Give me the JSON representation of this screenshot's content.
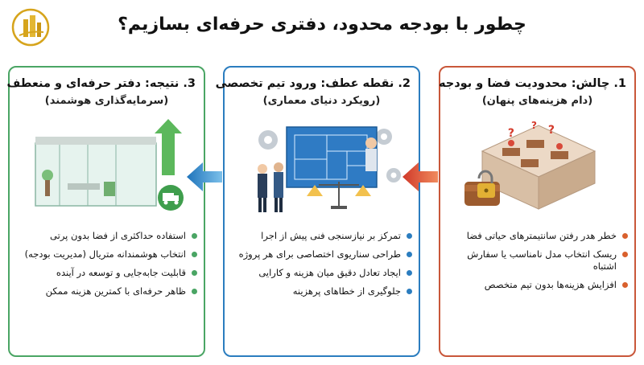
{
  "title": "چطور با بودجه محدود، دفتری حرفه‌ای بسازیم؟",
  "colors": {
    "green": "#4aa564",
    "blue": "#2b7dbf",
    "red": "#c9573a",
    "gold": "#d6a41c"
  },
  "cards": [
    {
      "title": "3. نتیجه: دفتر حرفه‌ای و منعطف",
      "subtitle": "(سرمایه‌گذاری هوشمند)",
      "bullets": [
        "استفاده حداکثری از فضا بدون پرتی",
        "انتخاب هوشمندانه متریال (مدیریت بودجه)",
        "قابلیت جابه‌جایی و توسعه در آینده",
        "ظاهر حرفه‌ای با کمترین هزینه ممکن"
      ]
    },
    {
      "title": "2. نقطه عطف: ورود تیم تخصصی",
      "subtitle": "(رویکرد دنیای معماری)",
      "bullets": [
        "تمرکز بر نیازسنجی فنی پیش از اجرا",
        "طراحی سناریوی اختصاصی برای هر پروژه",
        "ایجاد تعادل دقیق میان هزینه و کارایی",
        "جلوگیری از خطاهای پرهزینه"
      ]
    },
    {
      "title": "1. چالش: محدودیت فضا و بودجه",
      "subtitle": "(دام هزینه‌های پنهان)",
      "bullets": [
        "خطر هدر رفتن سانتیمترهای حیاتی فضا",
        "ریسک انتخاب مدل نامناسب یا سفارش اشتباه",
        "افزایش هزینه‌ها بدون تیم متخصص"
      ]
    }
  ]
}
